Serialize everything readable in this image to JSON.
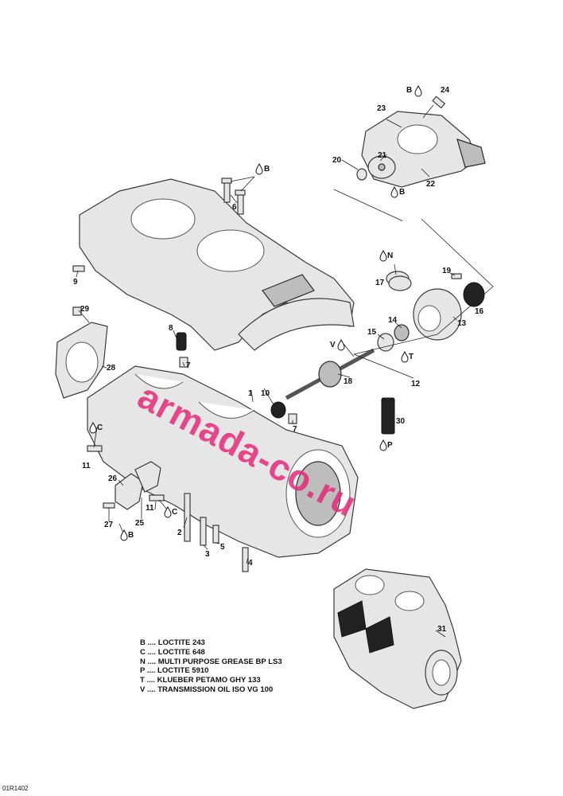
{
  "reference_code": "01R1402",
  "watermark": "armada-co.ru",
  "callouts": [
    {
      "id": "c1",
      "label": "1"
    },
    {
      "id": "c2",
      "label": "2"
    },
    {
      "id": "c3",
      "label": "3"
    },
    {
      "id": "c4",
      "label": "4"
    },
    {
      "id": "c5",
      "label": "5"
    },
    {
      "id": "c6",
      "label": "6"
    },
    {
      "id": "c7a",
      "label": "7"
    },
    {
      "id": "c7b",
      "label": "7"
    },
    {
      "id": "c8",
      "label": "8"
    },
    {
      "id": "c9",
      "label": "9"
    },
    {
      "id": "c10",
      "label": "10"
    },
    {
      "id": "c11a",
      "label": "11"
    },
    {
      "id": "c11b",
      "label": "11"
    },
    {
      "id": "c12",
      "label": "12"
    },
    {
      "id": "c13",
      "label": "13"
    },
    {
      "id": "c14",
      "label": "14"
    },
    {
      "id": "c15",
      "label": "15"
    },
    {
      "id": "c16",
      "label": "16"
    },
    {
      "id": "c17",
      "label": "17"
    },
    {
      "id": "c18",
      "label": "18"
    },
    {
      "id": "c19",
      "label": "19"
    },
    {
      "id": "c20",
      "label": "20"
    },
    {
      "id": "c21",
      "label": "21"
    },
    {
      "id": "c22",
      "label": "22"
    },
    {
      "id": "c23",
      "label": "23"
    },
    {
      "id": "c24",
      "label": "24"
    },
    {
      "id": "c25",
      "label": "25"
    },
    {
      "id": "c26",
      "label": "26"
    },
    {
      "id": "c27",
      "label": "27"
    },
    {
      "id": "c28",
      "label": "28"
    },
    {
      "id": "c29",
      "label": "29"
    },
    {
      "id": "c30",
      "label": "30"
    },
    {
      "id": "c31",
      "label": "31"
    }
  ],
  "product_marks": [
    {
      "id": "m_b24",
      "letter": "B"
    },
    {
      "id": "m_b6",
      "letter": "B"
    },
    {
      "id": "m_b21",
      "letter": "B"
    },
    {
      "id": "m_n17",
      "letter": "N"
    },
    {
      "id": "m_v18",
      "letter": "V"
    },
    {
      "id": "m_t14",
      "letter": "T"
    },
    {
      "id": "m_p30",
      "letter": "P"
    },
    {
      "id": "m_c11",
      "letter": "C"
    },
    {
      "id": "m_c25",
      "letter": "C"
    },
    {
      "id": "m_b27",
      "letter": "B"
    }
  ],
  "legend": [
    {
      "code": "B",
      "text": "LOCTITE 243"
    },
    {
      "code": "C",
      "text": "LOCTITE 648"
    },
    {
      "code": "N",
      "text": "MULTI PURPOSE GREASE BP LS3"
    },
    {
      "code": "P",
      "text": "LOCTITE 5910"
    },
    {
      "code": "T",
      "text": "KLUEBER PETAMO GHY 133"
    },
    {
      "code": "V",
      "text": "TRANSMISSION OIL ISO VG 100"
    }
  ],
  "legend_separator": "...."
}
